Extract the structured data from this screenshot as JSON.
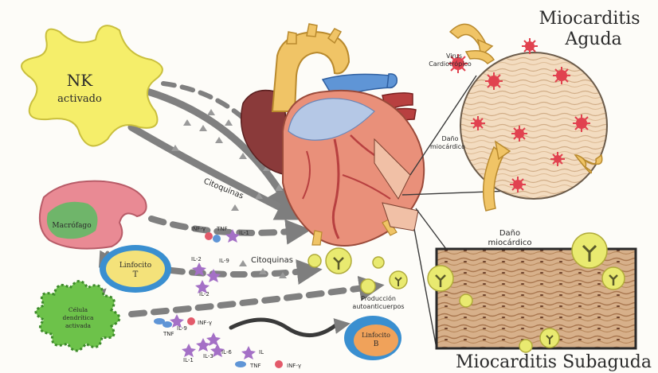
{
  "title_acute": [
    "Miocarditis",
    "Aguda"
  ],
  "title_subacute": "Miocarditis Subaguda",
  "cells": {
    "nk": [
      "NK",
      "activado"
    ],
    "macrophage": "Macrófago",
    "lymph_t": [
      "Linfocito",
      "T"
    ],
    "lymph_b": [
      "Linfocito",
      "B"
    ],
    "dendritic": [
      "Célula",
      "dendrítica",
      "activada"
    ]
  },
  "labels": {
    "citoquinas_top": "Citoquinas",
    "citoquinas_mid": "Citoquinas",
    "virus": [
      "Virus",
      "Cardiotrópico"
    ],
    "dano_acute": [
      "Daño",
      "miocárdico"
    ],
    "dano_sub": [
      "Daño",
      "miocárdico"
    ],
    "autoanticuerpos": [
      "Producción",
      "autoanticuerpos"
    ]
  },
  "cytokines": {
    "row1": [
      "INF-γ",
      "TNF",
      "IL-1"
    ],
    "row2": [
      "IL-2",
      "IL-9",
      "IL-2"
    ],
    "row3": [
      "TNF",
      "IL-9",
      "INF-γ"
    ],
    "row4": [
      "IL-1",
      "IL-3",
      "IL-6"
    ],
    "legend": [
      "IL",
      "TNF",
      "INF-γ"
    ]
  },
  "colors": {
    "nk": "#f5ee6a",
    "macrophage": "#e98a94",
    "macrophage_nucleus": "#6fb56a",
    "lymph_t": "#f4e27a",
    "lymph_t_ring": "#3a8fd0",
    "dendritic": "#6dc24a",
    "heart": "#e9907a",
    "aorta": "#f0c466",
    "vessel": "#5f95d6",
    "virus": "#e1424f",
    "antibody": "#e9ea70",
    "tissue": "#c89868"
  }
}
